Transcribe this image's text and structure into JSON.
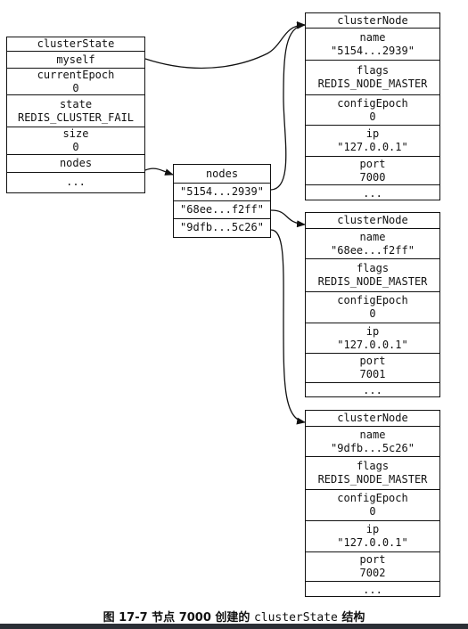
{
  "top_cut_text": "",
  "cluster_state": {
    "title": "clusterState",
    "rows": [
      [
        "myself"
      ],
      [
        "currentEpoch",
        "0"
      ],
      [
        "state",
        "REDIS_CLUSTER_FAIL"
      ],
      [
        "size",
        "0"
      ],
      [
        "nodes"
      ],
      [
        "..."
      ]
    ]
  },
  "nodes_dict": {
    "title": "nodes",
    "keys": [
      "\"5154...2939\"",
      "\"68ee...f2ff\"",
      "\"9dfb...5c26\""
    ]
  },
  "cluster_nodes": [
    {
      "title": "clusterNode",
      "rows": [
        [
          "name",
          "\"5154...2939\""
        ],
        [
          "flags",
          "REDIS_NODE_MASTER"
        ],
        [
          "configEpoch",
          "0"
        ],
        [
          "ip",
          "\"127.0.0.1\""
        ],
        [
          "port",
          "7000"
        ],
        [
          "..."
        ]
      ]
    },
    {
      "title": "clusterNode",
      "rows": [
        [
          "name",
          "\"68ee...f2ff\""
        ],
        [
          "flags",
          "REDIS_NODE_MASTER"
        ],
        [
          "configEpoch",
          "0"
        ],
        [
          "ip",
          "\"127.0.0.1\""
        ],
        [
          "port",
          "7001"
        ],
        [
          "..."
        ]
      ]
    },
    {
      "title": "clusterNode",
      "rows": [
        [
          "name",
          "\"9dfb...5c26\""
        ],
        [
          "flags",
          "REDIS_NODE_MASTER"
        ],
        [
          "configEpoch",
          "0"
        ],
        [
          "ip",
          "\"127.0.0.1\""
        ],
        [
          "port",
          "7002"
        ],
        [
          "..."
        ]
      ]
    }
  ],
  "caption": {
    "prefix": "图 17-7  节点 7000 创建的 ",
    "code": "clusterState",
    "suffix": " 结构"
  }
}
